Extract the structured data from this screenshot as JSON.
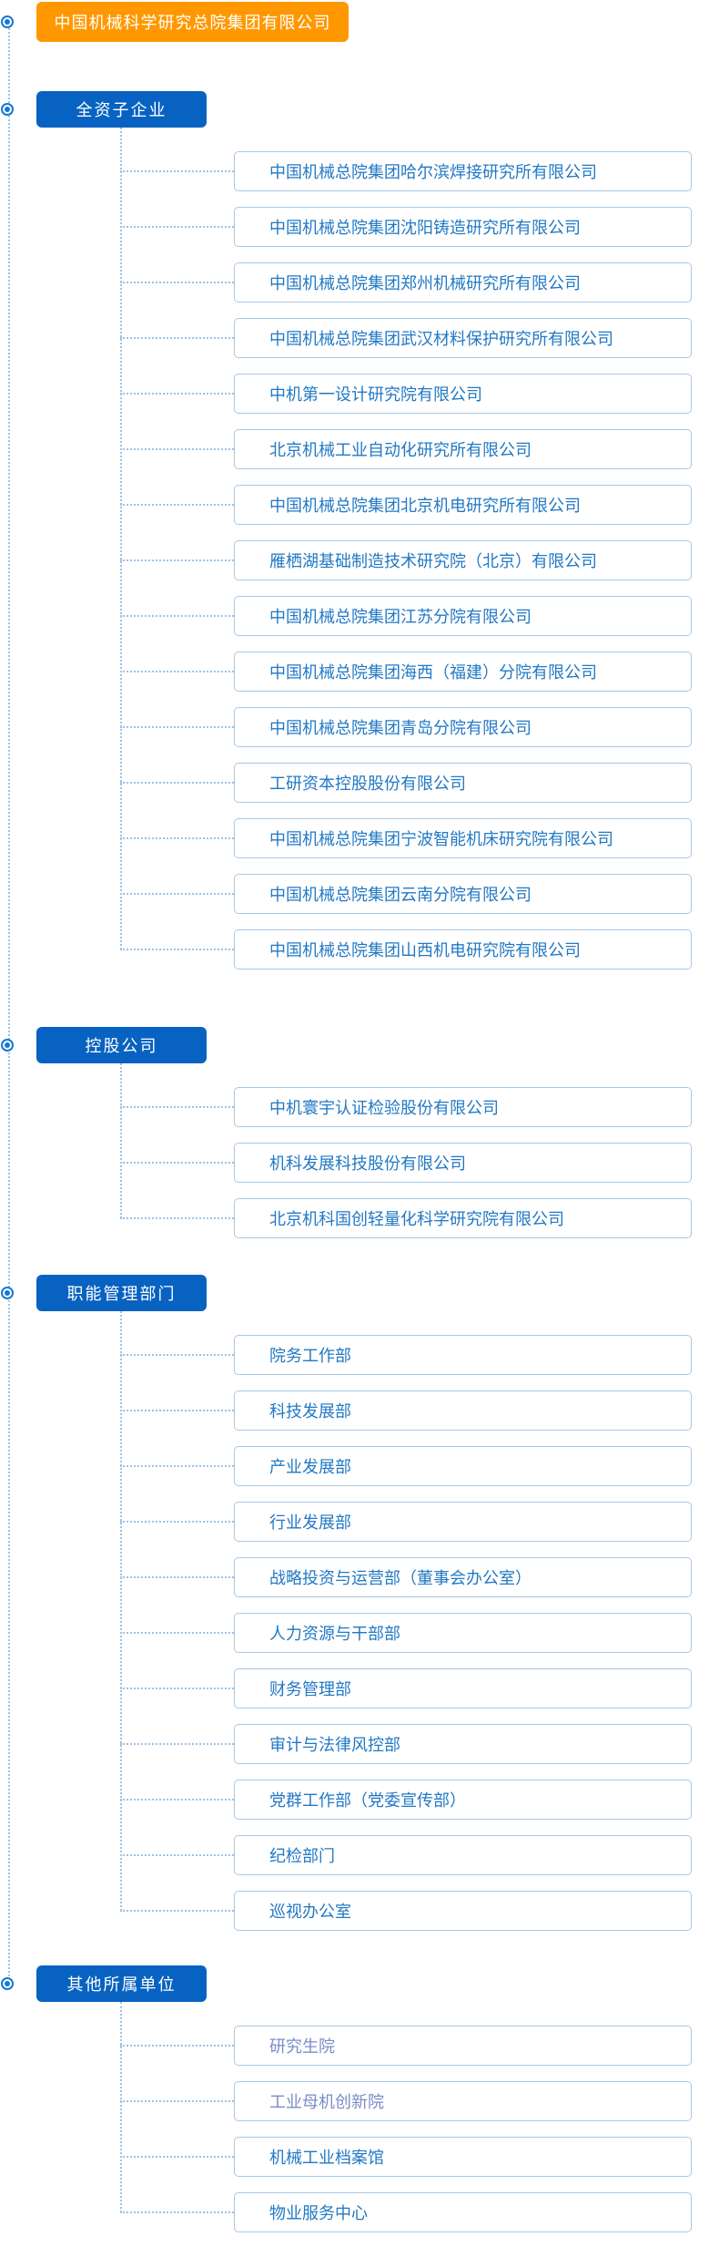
{
  "root": {
    "label": "中国机械科学研究总院集团有限公司"
  },
  "colors": {
    "accent-orange": "#FF9800",
    "cat-blue": "#0862C1",
    "item-text": "#2279C4",
    "item-text-visited": "#7A8CC8",
    "item-border": "#A9C8E6",
    "connector": "#9CC3E8",
    "bullet-blue": "#1478D2"
  },
  "sections": [
    {
      "label": "全资子企业",
      "items": [
        {
          "label": "中国机械总院集团哈尔滨焊接研究所有限公司"
        },
        {
          "label": "中国机械总院集团沈阳铸造研究所有限公司"
        },
        {
          "label": "中国机械总院集团郑州机械研究所有限公司"
        },
        {
          "label": "中国机械总院集团武汉材料保护研究所有限公司"
        },
        {
          "label": "中机第一设计研究院有限公司"
        },
        {
          "label": "北京机械工业自动化研究所有限公司"
        },
        {
          "label": "中国机械总院集团北京机电研究所有限公司"
        },
        {
          "label": "雁栖湖基础制造技术研究院（北京）有限公司"
        },
        {
          "label": "中国机械总院集团江苏分院有限公司"
        },
        {
          "label": "中国机械总院集团海西（福建）分院有限公司"
        },
        {
          "label": "中国机械总院集团青岛分院有限公司"
        },
        {
          "label": "工研资本控股股份有限公司"
        },
        {
          "label": "中国机械总院集团宁波智能机床研究院有限公司"
        },
        {
          "label": "中国机械总院集团云南分院有限公司"
        },
        {
          "label": "中国机械总院集团山西机电研究院有限公司"
        }
      ]
    },
    {
      "label": "控股公司",
      "items": [
        {
          "label": "中机寰宇认证检验股份有限公司"
        },
        {
          "label": "机科发展科技股份有限公司"
        },
        {
          "label": "北京机科国创轻量化科学研究院有限公司"
        }
      ]
    },
    {
      "label": "职能管理部门",
      "items": [
        {
          "label": "院务工作部"
        },
        {
          "label": "科技发展部"
        },
        {
          "label": "产业发展部"
        },
        {
          "label": "行业发展部"
        },
        {
          "label": "战略投资与运营部（董事会办公室）"
        },
        {
          "label": "人力资源与干部部"
        },
        {
          "label": "财务管理部"
        },
        {
          "label": "审计与法律风控部"
        },
        {
          "label": "党群工作部（党委宣传部）"
        },
        {
          "label": "纪检部门"
        },
        {
          "label": "巡视办公室"
        }
      ]
    },
    {
      "label": "其他所属单位",
      "items": [
        {
          "label": "研究生院",
          "visited": true
        },
        {
          "label": "工业母机创新院",
          "visited": true
        },
        {
          "label": "机械工业档案馆"
        },
        {
          "label": "物业服务中心"
        }
      ]
    }
  ]
}
